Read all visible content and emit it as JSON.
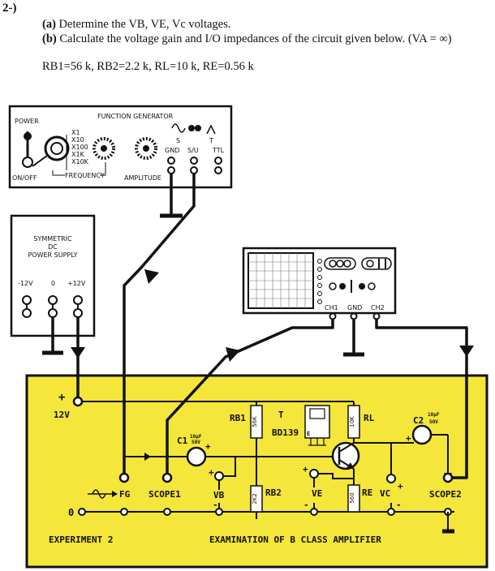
{
  "question": {
    "number": "2-)",
    "part_a_tag": "(a)",
    "part_a_text": "Determine the VB, VE, Vc voltages.",
    "part_b_tag": "(b)",
    "part_b_text": "Calculate the voltage gain and I/O impedances of the circuit given below. (VA = ∞)",
    "values": "RB1=56 k, RB2=2.2 k, RL=10 k, RE=0.56 k"
  },
  "function_generator": {
    "title": "FUNCTION GENERATOR",
    "power_label": "POWER",
    "onoff_label": "ON/OFF",
    "ranges": [
      "X1",
      "X10",
      "X100",
      "X1K",
      "X10K"
    ],
    "frequency_label": "FREQUENCY",
    "amplitude_label": "AMPLITUDE",
    "s_label": "S",
    "t_label": "T",
    "gnd_label": "GND",
    "st_label": "S/U",
    "ttl_label": "TTL"
  },
  "power_supply": {
    "title_1": "SYMMETRIC",
    "title_2": "DC",
    "title_3": "POWER SUPPLY",
    "neg": "-12V",
    "zero": "0",
    "pos": "+12V"
  },
  "oscilloscope": {
    "ch1": "CH1",
    "gnd": "GND",
    "ch2": "CH2"
  },
  "board": {
    "supply_label": "12V",
    "rb1": "RB1",
    "rb1_value": "56K",
    "rb2": "RB2",
    "rb2_value": "2K2",
    "rl": "RL",
    "rl_value": "10K",
    "re": "RE",
    "re_value": "560",
    "c1": "C1",
    "c1_value_1": "10µF",
    "c1_value_2": "50V",
    "c2": "C2",
    "c2_value_1": "10µF",
    "c2_value_2": "50V",
    "transistor": "BD139",
    "pin_e": "E",
    "pin_t": "T",
    "fg": "FG",
    "scope1": "SCOPE1",
    "vb": "VB",
    "ve": "VE",
    "vc": "VC",
    "scope2": "SCOPE2",
    "zero": "0",
    "experiment": "EXPERIMENT 2",
    "examination": "EXAMINATION OF B CLASS AMPLIFIER"
  }
}
